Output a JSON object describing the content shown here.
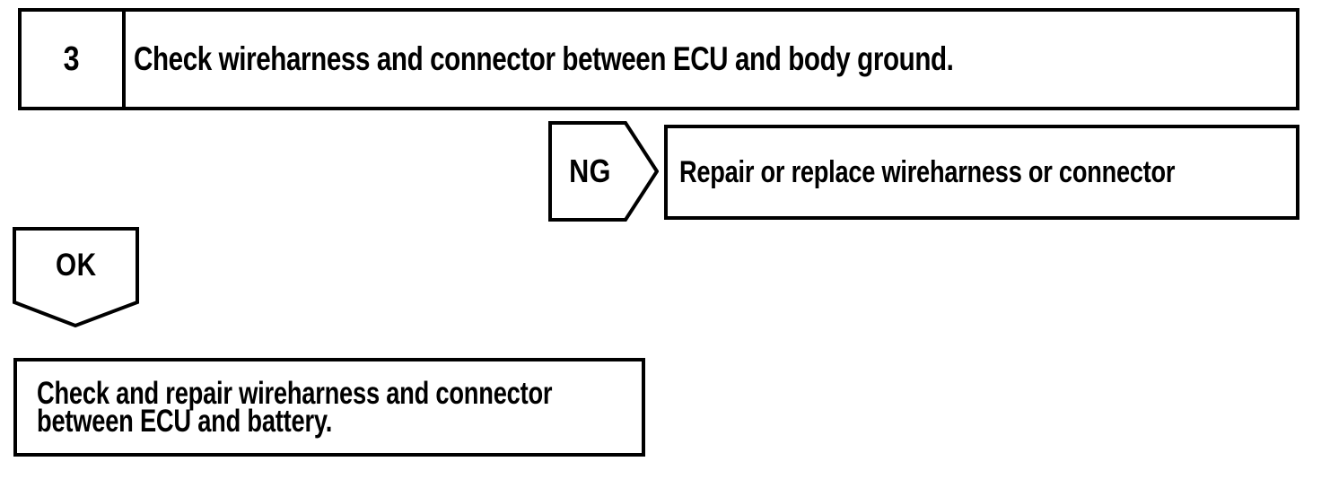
{
  "colors": {
    "ink": "#000000",
    "paper": "#ffffff"
  },
  "step": {
    "number": "3",
    "instruction": "Check wireharness and connector between ECU and body ground."
  },
  "ng_branch": {
    "label": "NG",
    "action": "Repair or replace wireharness or connector"
  },
  "ok_branch": {
    "label": "OK",
    "action_line1": "Check and repair wireharness and connector",
    "action_line2": "between ECU and battery."
  }
}
